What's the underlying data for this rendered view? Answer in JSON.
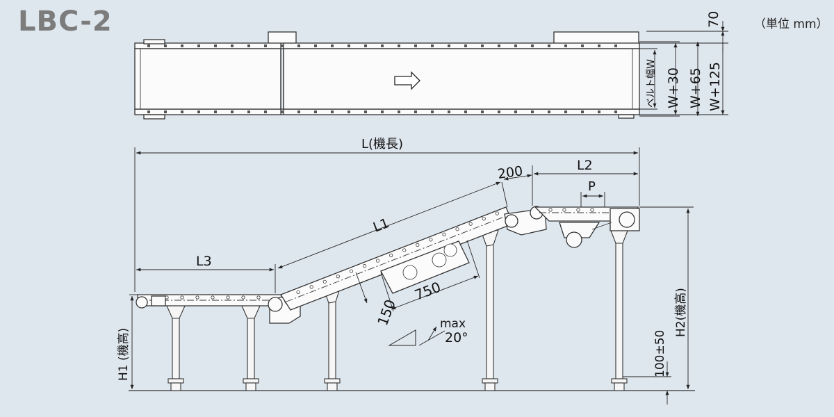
{
  "header": {
    "model": "LBC-2",
    "unit": "（単位 mm）"
  },
  "top_view": {
    "arrow": "direction-arrow",
    "dim_70": "70",
    "dim_belt": "ベルト幅W",
    "dim_w30": "W+30",
    "dim_w65": "W+65",
    "dim_w125": "W+125"
  },
  "side_view": {
    "L": "L(機長)",
    "L1": "L1",
    "L2": "L2",
    "L3": "L3",
    "dim_200": "200",
    "P": "P",
    "dim_750": "750",
    "dim_150": "150",
    "max": "max",
    "angle": "20°",
    "H1": "H1 (機高)",
    "H2": "H2(機高)",
    "dim_100": "100±50"
  }
}
